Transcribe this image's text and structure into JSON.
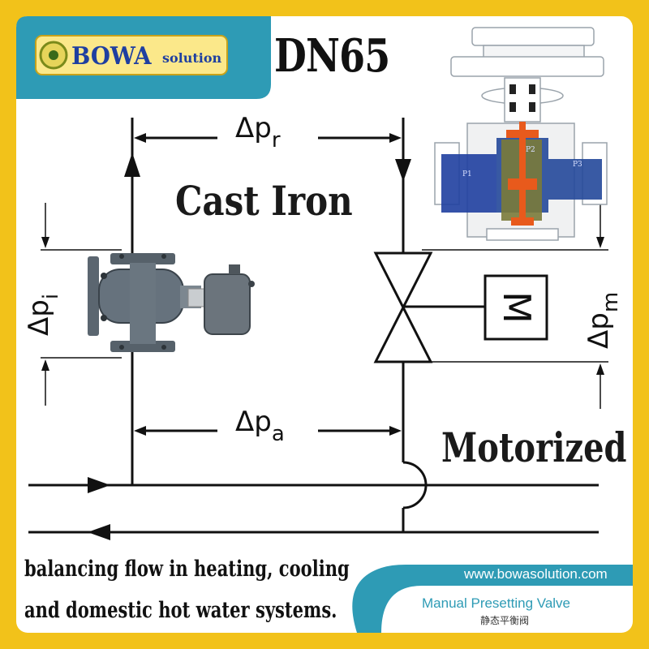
{
  "logo": {
    "brand": "BOWA",
    "suffix": "solution"
  },
  "title": "DN65",
  "material": "Cast Iron",
  "actuation": "Motorized",
  "description": [
    "balancing flow in heating, cooling",
    "and domestic hot water systems."
  ],
  "website": "www.bowasolution.com",
  "product_name": "Manual Presetting Valve",
  "product_name_cn": "静态平衡阀",
  "diagram_labels": {
    "dp_r": {
      "base": "Δp",
      "sub": "r"
    },
    "dp_a": {
      "base": "Δp",
      "sub": "a"
    },
    "dp_i": {
      "base": "Δp",
      "sub": "i"
    },
    "dp_m": {
      "base": "Δp",
      "sub": "m"
    },
    "motor": "M"
  },
  "section_labels": {
    "p1": "P1",
    "p2": "P2",
    "p3": "P3"
  },
  "colors": {
    "frame": "#f2c21a",
    "teal": "#2e9bb5",
    "body_blue": "#1f3fa0",
    "internals": "#e85a1c"
  }
}
